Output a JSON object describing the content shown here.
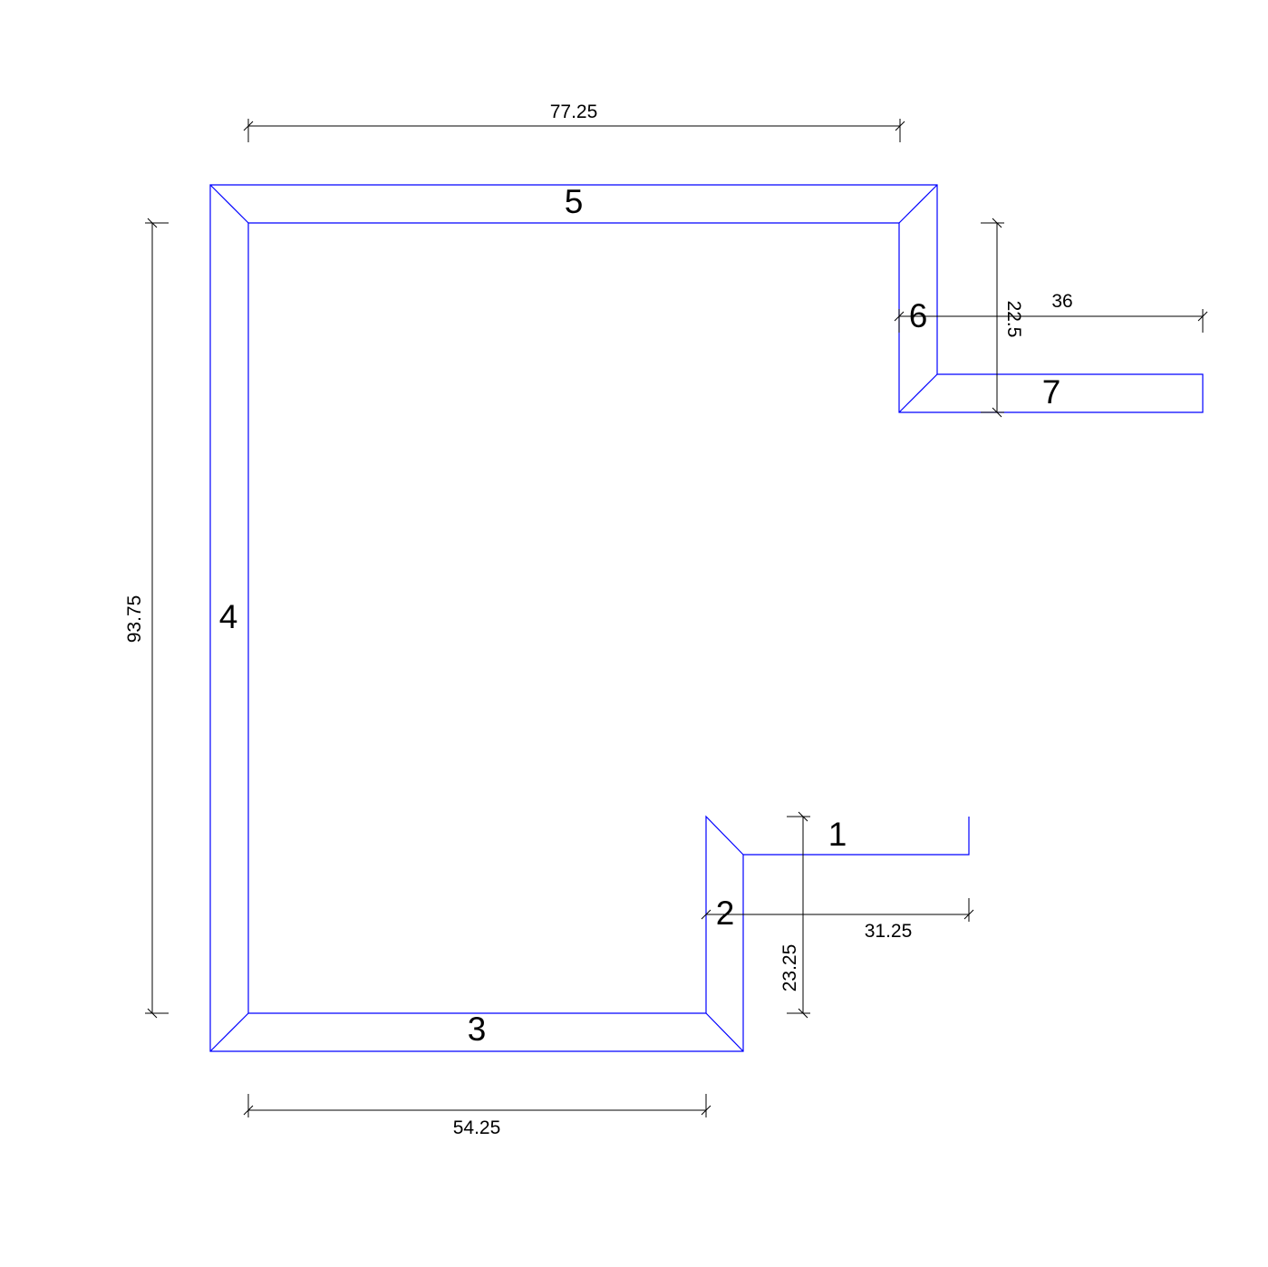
{
  "colors": {
    "wall": "#0000ff",
    "dimension": "#000000"
  },
  "segments": [
    "1",
    "2",
    "3",
    "4",
    "5",
    "6",
    "7"
  ],
  "dimensions": {
    "top": "77.25",
    "left": "93.75",
    "bottom": "54.25",
    "right_top_vertical": "22.5",
    "right_top_horizontal": "36",
    "right_bottom_vertical": "23.25",
    "right_bottom_horizontal": "31.25"
  }
}
